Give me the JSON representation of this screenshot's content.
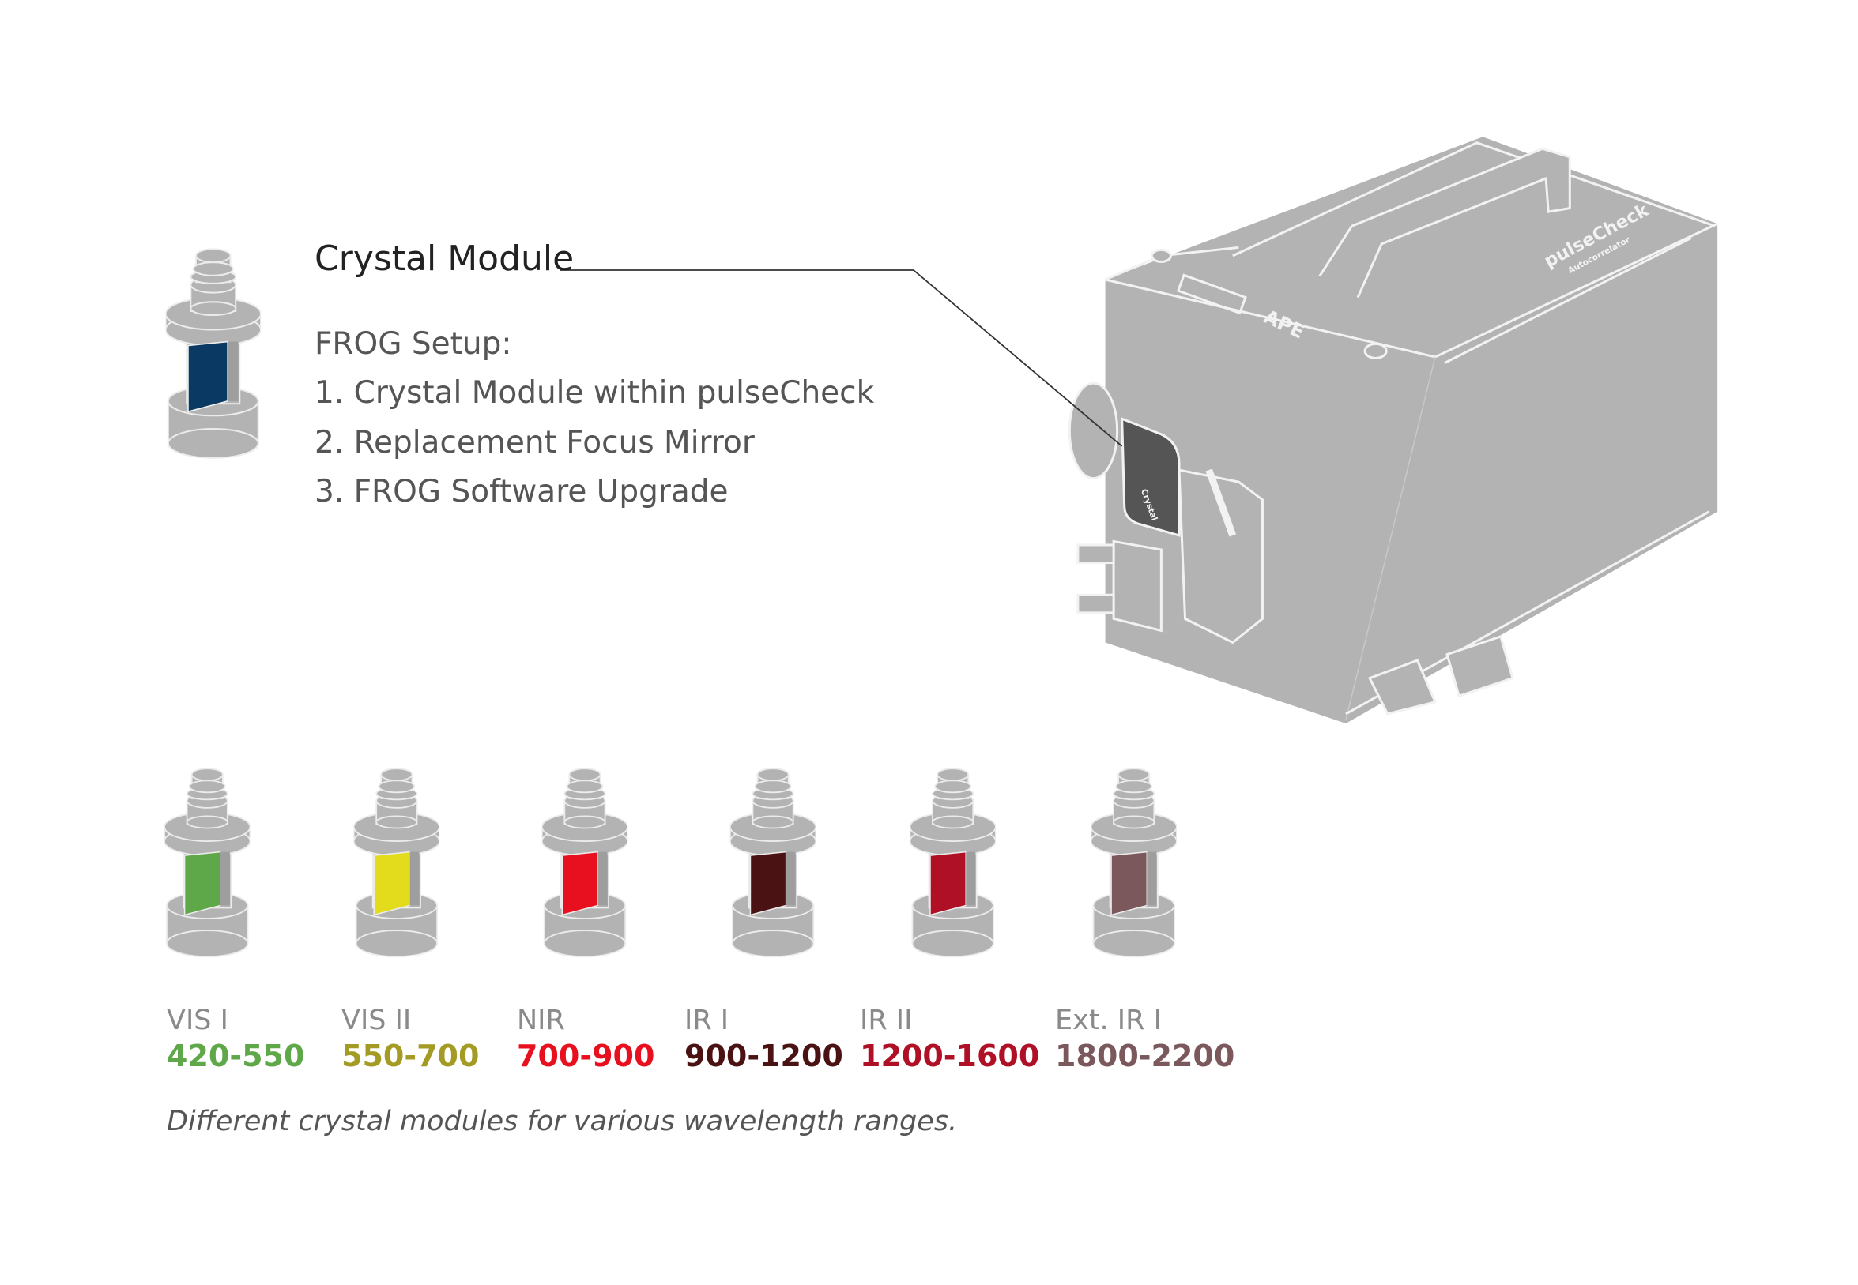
{
  "callout": {
    "title": "Crystal Module",
    "setup_heading": "FROG Setup:",
    "setup_items": [
      "1. Crystal Module within pulseCheck",
      "2. Replacement Focus Mirror",
      "3. FROG Software Upgrade"
    ],
    "module_color": "#0a3a63"
  },
  "device": {
    "brand_logo": "APE",
    "product_logo": "pulseCheck",
    "product_subtitle": "Autocorrelator",
    "panel_label": "Crystal"
  },
  "modules": [
    {
      "name": "VIS I",
      "range": "420-550",
      "color": "#5fa84a"
    },
    {
      "name": "VIS II",
      "range": "550-700",
      "color": "#a39b23",
      "crystal_color": "#e3dc1c"
    },
    {
      "name": "NIR",
      "range": "700-900",
      "color": "#e8101f"
    },
    {
      "name": "IR I",
      "range": "900-1200",
      "color": "#4a1212"
    },
    {
      "name": "IR II",
      "range": "1200-1600",
      "color": "#b01026"
    },
    {
      "name": "Ext. IR I",
      "range": "1800-2200",
      "color": "#7a585c"
    }
  ],
  "caption": "Different crystal modules for various wavelength ranges."
}
